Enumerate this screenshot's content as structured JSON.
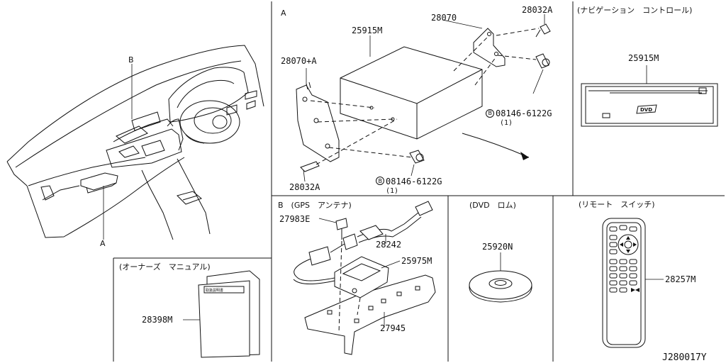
{
  "diagram_id": "J280017Y",
  "dashboard": {
    "callout_a": "A",
    "callout_b": "B"
  },
  "section_a": {
    "title": "A",
    "labels": {
      "unit": "25915M",
      "bracket_left": "28070+A",
      "bracket_right": "28070",
      "bolt_top": "28032A",
      "bolt_bottom": "28032A",
      "screw_right": "08146-6122G",
      "screw_right_qty": "(1)",
      "screw_bottom": "08146-6122G",
      "screw_bottom_qty": "(1)",
      "b_marker": "B"
    }
  },
  "nav_control": {
    "title": "(ナビゲーション　コントロール)",
    "part": "25915M",
    "logo_text": "DVD"
  },
  "section_b": {
    "title": "B　(GPS　アンテナ)",
    "labels": {
      "clip": "27983E",
      "cable": "28242",
      "antenna": "25975M",
      "bracket": "27945"
    }
  },
  "dvd_rom": {
    "title": "(DVD　ロム)",
    "part": "25920N"
  },
  "remote": {
    "title": "(リモート　スイッチ)",
    "part": "28257M"
  },
  "manual": {
    "title": "(オーナーズ　マニュアル)",
    "part": "28398M",
    "cover_text": "取扱説明書"
  }
}
